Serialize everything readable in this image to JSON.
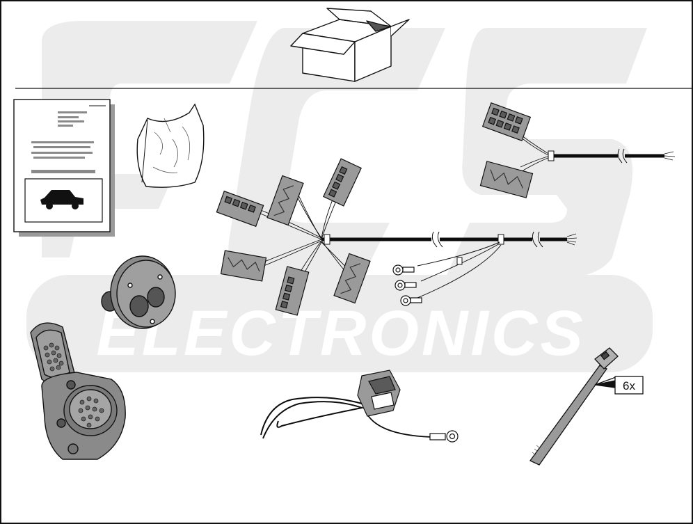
{
  "diagram": {
    "quantity_label": "6x",
    "watermark": {
      "logo_text": "ECS",
      "brand_text": "ELECTRONICS"
    },
    "items": [
      {
        "icon": "shipping-box-icon"
      },
      {
        "icon": "instruction-manual-icon"
      },
      {
        "icon": "parts-bag-icon"
      },
      {
        "icon": "main-wiring-harness-icon"
      },
      {
        "icon": "secondary-harness-icon"
      },
      {
        "icon": "mounting-plate-icon"
      },
      {
        "icon": "trailer-socket-icon"
      },
      {
        "icon": "ground-cable-icon"
      },
      {
        "icon": "cable-tie-icon"
      }
    ],
    "colors": {
      "line": "#111111",
      "fill_gray": "#9a9a9a",
      "fill_dark": "#5a5a5a",
      "watermark": "#ebebeb",
      "wire": "#0c0c0c"
    }
  }
}
